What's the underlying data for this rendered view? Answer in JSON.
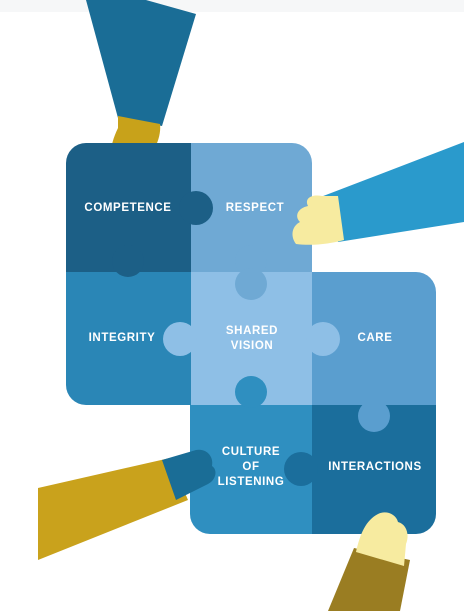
{
  "puzzle": {
    "pieces": [
      {
        "id": "competence",
        "lines": [
          "COMPETENCE"
        ],
        "color": "#1c5f86"
      },
      {
        "id": "respect",
        "lines": [
          "RESPECT"
        ],
        "color": "#6fa9d4"
      },
      {
        "id": "integrity",
        "lines": [
          "INTEGRITY"
        ],
        "color": "#2a86b6"
      },
      {
        "id": "shared-vision",
        "lines": [
          "SHARED",
          "VISION"
        ],
        "color": "#8ebfe6"
      },
      {
        "id": "care",
        "lines": [
          "CARE"
        ],
        "color": "#5a9ecf"
      },
      {
        "id": "culture-of-listening",
        "lines": [
          "CULTURE",
          "OF",
          "LISTENING"
        ],
        "color": "#2f8fc0"
      },
      {
        "id": "interactions",
        "lines": [
          "INTERACTIONS"
        ],
        "color": "#1b6e9c"
      }
    ]
  },
  "colors": {
    "sleeve_dark_blue": "#1a6d96",
    "sleeve_light_blue": "#2a9acc",
    "sleeve_mustard": "#c9a21c",
    "sleeve_olive": "#9a7d22",
    "skin_light": "#f7eba0",
    "skin_gold": "#c8a21a"
  },
  "hands": [
    {
      "id": "top-left-hand",
      "sleeve": "dark-blue"
    },
    {
      "id": "right-hand",
      "sleeve": "light-blue"
    },
    {
      "id": "left-hand",
      "sleeve": "mustard"
    },
    {
      "id": "bottom-hand",
      "sleeve": "olive"
    }
  ]
}
